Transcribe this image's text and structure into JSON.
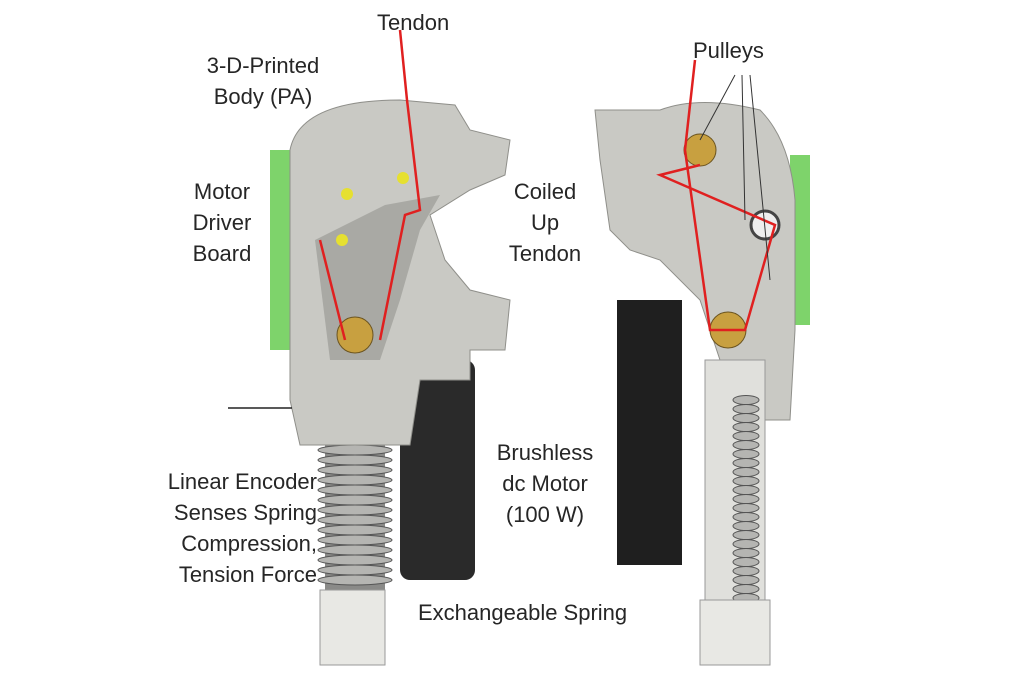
{
  "labels": {
    "tendon": "Tendon",
    "body": [
      "3-D-Printed",
      "Body (PA)"
    ],
    "motor_driver": [
      "Motor",
      "Driver",
      "Board"
    ],
    "coiled": [
      "Coiled",
      "Up",
      "Tendon"
    ],
    "pulleys": "Pulleys",
    "motor": [
      "Brushless",
      "dc Motor",
      "(100 W)"
    ],
    "encoder": [
      "Linear Encoder",
      "Senses Spring",
      "Compression,",
      "Tension Force"
    ],
    "spring": "Exchangeable Spring"
  },
  "colors": {
    "body": "#c9c9c4",
    "board": "#7ed36b",
    "motor": "#222222",
    "tendon": "#e02020",
    "pulley": "#c8a040"
  }
}
